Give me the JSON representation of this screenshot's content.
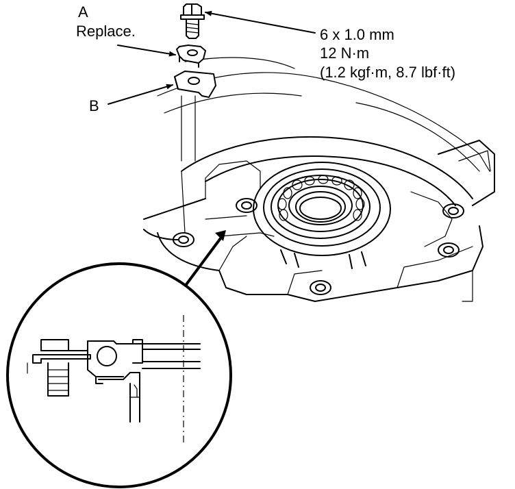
{
  "labels": {
    "part_a": "A",
    "part_a_note": "Replace.",
    "part_b": "B",
    "bolt_size": "6 x 1.0 mm",
    "torque_nm": "12 N·m",
    "torque_alt": "(1.2 kgf·m, 8.7 lbf·ft)"
  },
  "colors": {
    "line": "#000000",
    "background": "#ffffff"
  },
  "icons": {
    "bolt": "bolt-icon",
    "lock-plate": "lock-plate-icon",
    "bracket": "bracket-icon",
    "bearing": "bearing-icon",
    "detail-magnifier": "magnifier-circle-icon"
  }
}
